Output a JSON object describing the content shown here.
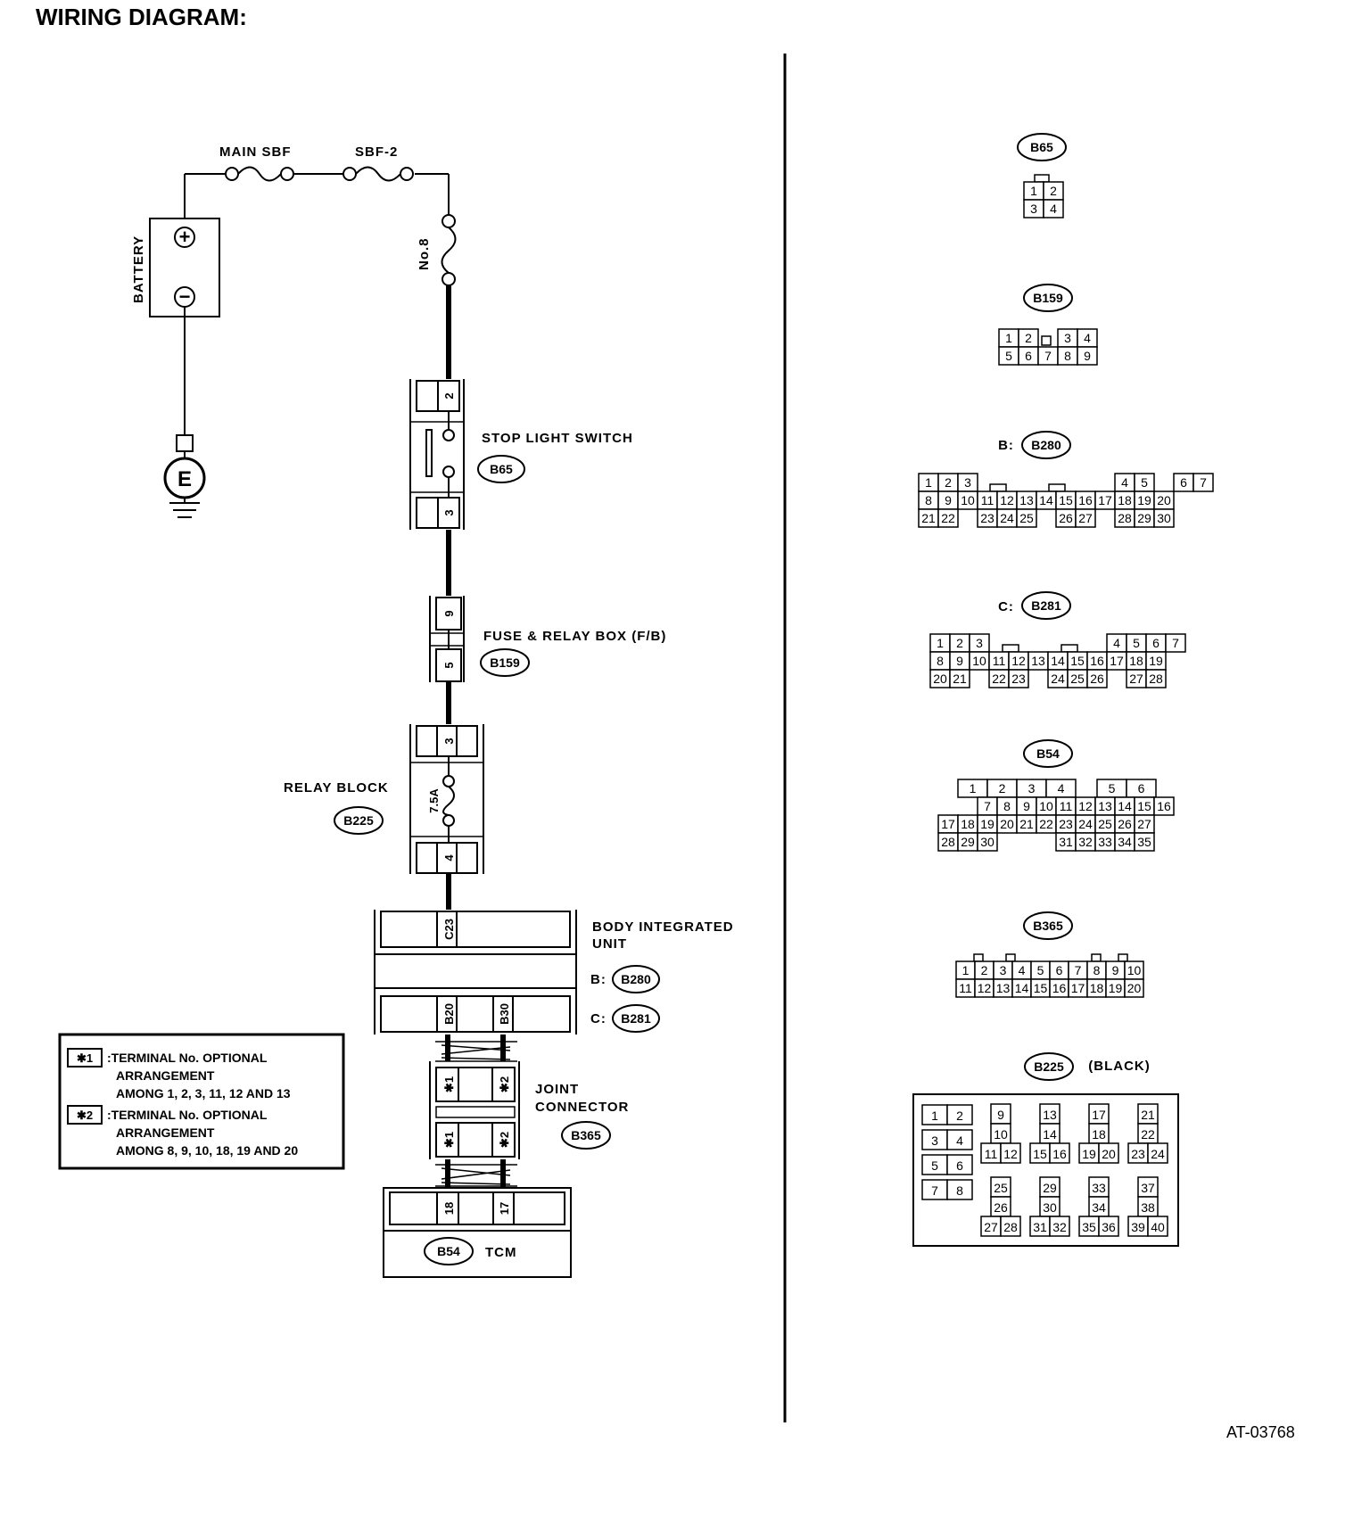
{
  "title": "WIRING DIAGRAM:",
  "figure_id": "AT-03768",
  "circuit": {
    "main_sbf": "MAIN SBF",
    "sbf2": "SBF-2",
    "fuse_no8": "No.8",
    "battery": "BATTERY",
    "ground": "E",
    "battery_plus": "+",
    "battery_minus": "−",
    "stop_light_switch": {
      "label": "STOP LIGHT SWITCH",
      "connector": "B65",
      "pin_top": "2",
      "pin_bottom": "3"
    },
    "fuse_relay_box": {
      "label": "FUSE & RELAY BOX (F/B)",
      "connector": "B159",
      "pin_top": "9",
      "pin_bottom": "5"
    },
    "relay_block": {
      "label": "RELAY BLOCK",
      "connector": "B225",
      "fuse": "7.5A",
      "pin_top": "3",
      "pin_bottom": "4"
    },
    "body_integrated_unit": {
      "label1": "BODY INTEGRATED",
      "label2": "UNIT",
      "pin_c23": "C23",
      "pin_b20": "B20",
      "pin_b30": "B30",
      "b_prefix": "B:",
      "b_connector": "B280",
      "c_prefix": "C:",
      "c_connector": "B281"
    },
    "joint_connector": {
      "label1": "JOINT",
      "label2": "CONNECTOR",
      "connector": "B365",
      "pin1": "✱1",
      "pin2": "✱2"
    },
    "tcm": {
      "label": "TCM",
      "connector": "B54",
      "pin18": "18",
      "pin17": "17"
    }
  },
  "legend": [
    {
      "key": "✱1",
      "line1": ":TERMINAL No. OPTIONAL",
      "line2": "ARRANGEMENT",
      "line3": "AMONG 1, 2, 3, 11, 12  AND 13"
    },
    {
      "key": "✱2",
      "line1": ":TERMINAL No. OPTIONAL",
      "line2": "ARRANGEMENT",
      "line3": "AMONG 8, 9, 10, 18, 19  AND 20"
    }
  ],
  "connectors": {
    "b65": {
      "name": "B65",
      "rows": [
        [
          "1",
          "2"
        ],
        [
          "3",
          "4"
        ]
      ]
    },
    "b159": {
      "name": "B159",
      "row1": [
        "1",
        "2",
        "",
        "3",
        "4"
      ],
      "row2": [
        "5",
        "6",
        "7",
        "8",
        "9"
      ]
    },
    "b280": {
      "prefix": "B:",
      "name": "B280",
      "row1": [
        "1",
        "2",
        "3",
        "",
        "",
        "",
        "",
        "",
        "",
        "",
        "4",
        "5",
        "",
        "6",
        "7"
      ],
      "row2": [
        "8",
        "9",
        "10",
        "11",
        "12",
        "13",
        "14",
        "15",
        "16",
        "17",
        "18",
        "19",
        "20"
      ],
      "row3": [
        "21",
        "22",
        "",
        "23",
        "24",
        "25",
        "",
        "26",
        "27",
        "",
        "28",
        "29",
        "30"
      ]
    },
    "b281": {
      "prefix": "C:",
      "name": "B281",
      "row1": [
        "1",
        "2",
        "3",
        "",
        "",
        "",
        "",
        "",
        "",
        "4",
        "5",
        "6",
        "7"
      ],
      "row2": [
        "8",
        "9",
        "10",
        "11",
        "12",
        "13",
        "14",
        "15",
        "16",
        "17",
        "18",
        "19"
      ],
      "row3": [
        "20",
        "21",
        "",
        "22",
        "23",
        "",
        "24",
        "25",
        "26",
        "",
        "27",
        "28"
      ]
    },
    "b54": {
      "name": "B54",
      "row1": [
        "",
        "1",
        "2",
        "3",
        "4",
        "",
        "5",
        "6"
      ],
      "row2": [
        "",
        "",
        "7",
        "8",
        "9",
        "10",
        "11",
        "12",
        "13",
        "14",
        "15",
        "16"
      ],
      "row3": [
        "17",
        "18",
        "19",
        "20",
        "21",
        "22",
        "23",
        "24",
        "25",
        "26",
        "27"
      ],
      "row4": [
        "28",
        "29",
        "30",
        "",
        "",
        "",
        "31",
        "32",
        "33",
        "34",
        "35"
      ]
    },
    "b365": {
      "name": "B365",
      "row1": [
        "1",
        "2",
        "3",
        "4",
        "5",
        "6",
        "7",
        "8",
        "9",
        "10"
      ],
      "row2": [
        "11",
        "12",
        "13",
        "14",
        "15",
        "16",
        "17",
        "18",
        "19",
        "20"
      ]
    },
    "b225": {
      "name": "B225",
      "color": "(BLACK)",
      "left": [
        [
          "1",
          "2"
        ],
        [
          "3",
          "4"
        ],
        [
          "5",
          "6"
        ],
        [
          "7",
          "8"
        ]
      ],
      "groups_top": [
        [
          "9",
          "10",
          "11",
          "12"
        ],
        [
          "13",
          "14",
          "15",
          "16"
        ],
        [
          "17",
          "18",
          "19",
          "20"
        ],
        [
          "21",
          "22",
          "23",
          "24"
        ]
      ],
      "groups_bottom": [
        [
          "25",
          "26",
          "27",
          "28"
        ],
        [
          "29",
          "30",
          "31",
          "32"
        ],
        [
          "33",
          "34",
          "35",
          "36"
        ],
        [
          "37",
          "38",
          "39",
          "40"
        ]
      ]
    }
  }
}
